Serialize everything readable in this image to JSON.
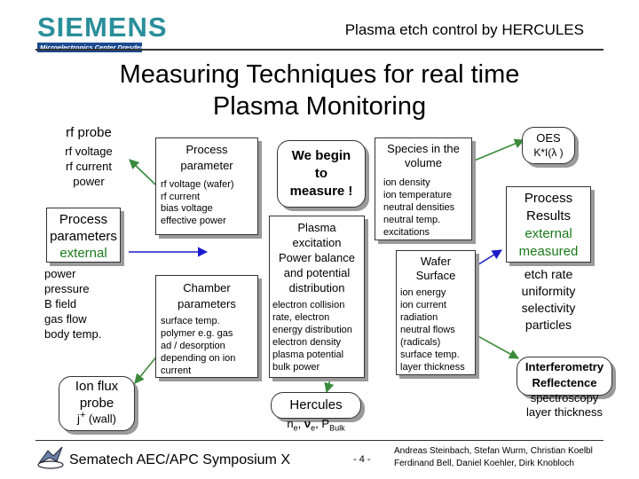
{
  "header": {
    "logo_text": "SIEMENS",
    "logo_subtitle": "Microelectronics Center Dresden",
    "title": "Plasma etch control by HERCULES"
  },
  "main_title": {
    "line1": "Measuring Techniques for real time",
    "line2": "Plasma Monitoring"
  },
  "left": {
    "rf_probe": {
      "title": "rf probe",
      "items": [
        "rf voltage",
        "rf current",
        "power"
      ]
    },
    "process_parameters": {
      "title_line1": "Process",
      "title_line2": "parameters",
      "title_line3": "external",
      "items": [
        "power",
        "pressure",
        "B field",
        "gas flow",
        "body temp."
      ]
    },
    "ion_flux": {
      "title_line1": "Ion flux",
      "title_line2": "probe",
      "sub_j": "j",
      "sub_plus": "+",
      "sub_rest": " (wall)"
    }
  },
  "process_parameter": {
    "title_line1": "Process",
    "title_line2": "parameter",
    "items": [
      "rf voltage (wafer)",
      "rf current",
      "bias voltage",
      "effective power"
    ]
  },
  "chamber_parameters": {
    "title_line1": "Chamber",
    "title_line2": "parameters",
    "items": [
      "surface temp.",
      "polymer e.g. gas",
      "ad / desorption",
      "depending on ion",
      "current"
    ]
  },
  "we_begin": {
    "line1": "We begin",
    "line2": "to",
    "line3": "measure !"
  },
  "plasma": {
    "title_lines": [
      "Plasma",
      "excitation",
      "Power balance",
      "and potential",
      "distribution"
    ],
    "items": [
      "electron collision",
      "rate, electron",
      "energy distribution",
      "electron density",
      "plasma potential",
      "bulk power"
    ]
  },
  "hercules": {
    "title": "Hercules",
    "n": "n",
    "n_sub": "e",
    "nu": "ν",
    "nu_sub": "e",
    "p": "P",
    "p_sub": "Bulk"
  },
  "species": {
    "title_line1": "Species in the",
    "title_line2": "volume",
    "items": [
      "ion density",
      "ion temperature",
      "neutral densities",
      "neutral temp.",
      "excitations"
    ]
  },
  "wafer": {
    "title_line1": "Wafer",
    "title_line2": "Surface",
    "items": [
      "ion energy",
      "ion current",
      "radiation",
      "neutral flows",
      "(radicals)",
      "surface temp.",
      "layer thickness"
    ]
  },
  "oes": {
    "title": "OES",
    "sub": "K*I(λ )"
  },
  "process_results": {
    "title_line1": "Process",
    "title_line2": "Results",
    "title_line3": "external",
    "title_line4": "measured",
    "items": [
      "etch rate",
      "uniformity",
      "selectivity",
      "particles"
    ]
  },
  "interferometry": {
    "title_line1": "Interferometry",
    "title_line2": "Reflectence",
    "items": [
      "spectroscopy",
      "layer thickness"
    ]
  },
  "footer": {
    "title": "Sematech AEC/APC Symposium X",
    "page": "- 4 -",
    "authors_line1": "Andreas Steinbach, Stefan Wurm, Christian Koelbl",
    "authors_line2": "Ferdinand Bell, Daniel Koehler, Dirk Knobloch"
  },
  "colors": {
    "green_accent": "#1a7a1a",
    "arrow_green": "#3a8a3a",
    "arrow_blue": "#1a1acc",
    "logo_teal": "#2a8f9a",
    "logo_bar": "#1b4a90"
  }
}
